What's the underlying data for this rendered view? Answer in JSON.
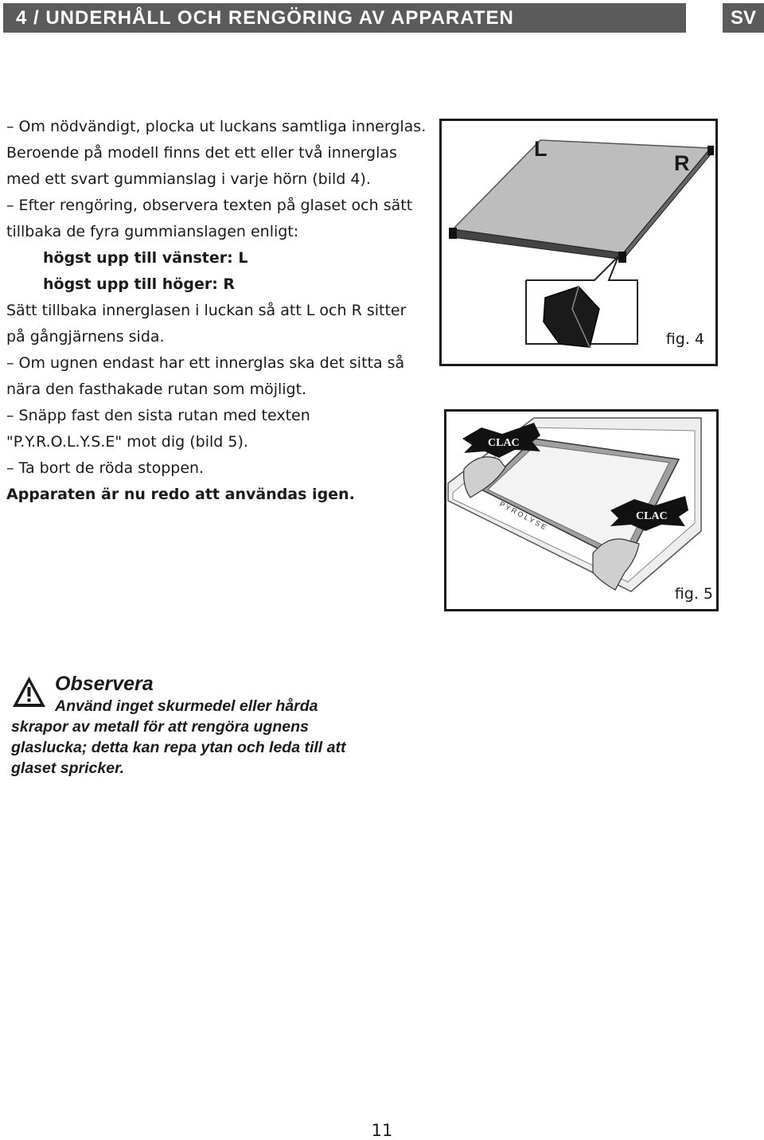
{
  "header": {
    "title": "4 / UNDERHÅLL OCH RENGÖRING AV APPARATEN",
    "language": "SV"
  },
  "body": {
    "p1": "– Om nödvändigt, plocka ut luckans samtliga innerglas. Beroende på modell finns det ett eller två innerglas med ett svart gummianslag i varje hörn (bild 4).",
    "p2": "– Efter rengöring, observera texten på glaset och sätt tillbaka de fyra gummianslagen enligt:",
    "p3": "högst upp till vänster: L",
    "p4": "högst upp till höger: R",
    "p5": "Sätt tillbaka innerglasen i luckan så att L och R sitter på gångjärnens sida.",
    "p6": "– Om ugnen endast har ett innerglas ska det sitta så nära den fasthakade rutan som möjligt.",
    "p7": "– Snäpp fast den sista rutan med texten \"P.Y.R.O.L.Y.S.E\" mot dig (bild 5).",
    "p8": "– Ta bort de röda stoppen.",
    "p9": "Apparaten är nu redo att användas igen."
  },
  "fig4": {
    "caption": "fig. 4",
    "label_left": "L",
    "label_right": "R"
  },
  "fig5": {
    "caption": "fig. 5",
    "click1": "CLAC",
    "click2": "CLAC",
    "glass_text": "P Y R O L Y S E"
  },
  "warning": {
    "title": "Observera",
    "text": "Använd inget skurmedel eller hårda skrapor av metall för att rengöra ugnens glaslucka; detta kan repa ytan och leda till att glaset spricker."
  },
  "page_number": "11"
}
